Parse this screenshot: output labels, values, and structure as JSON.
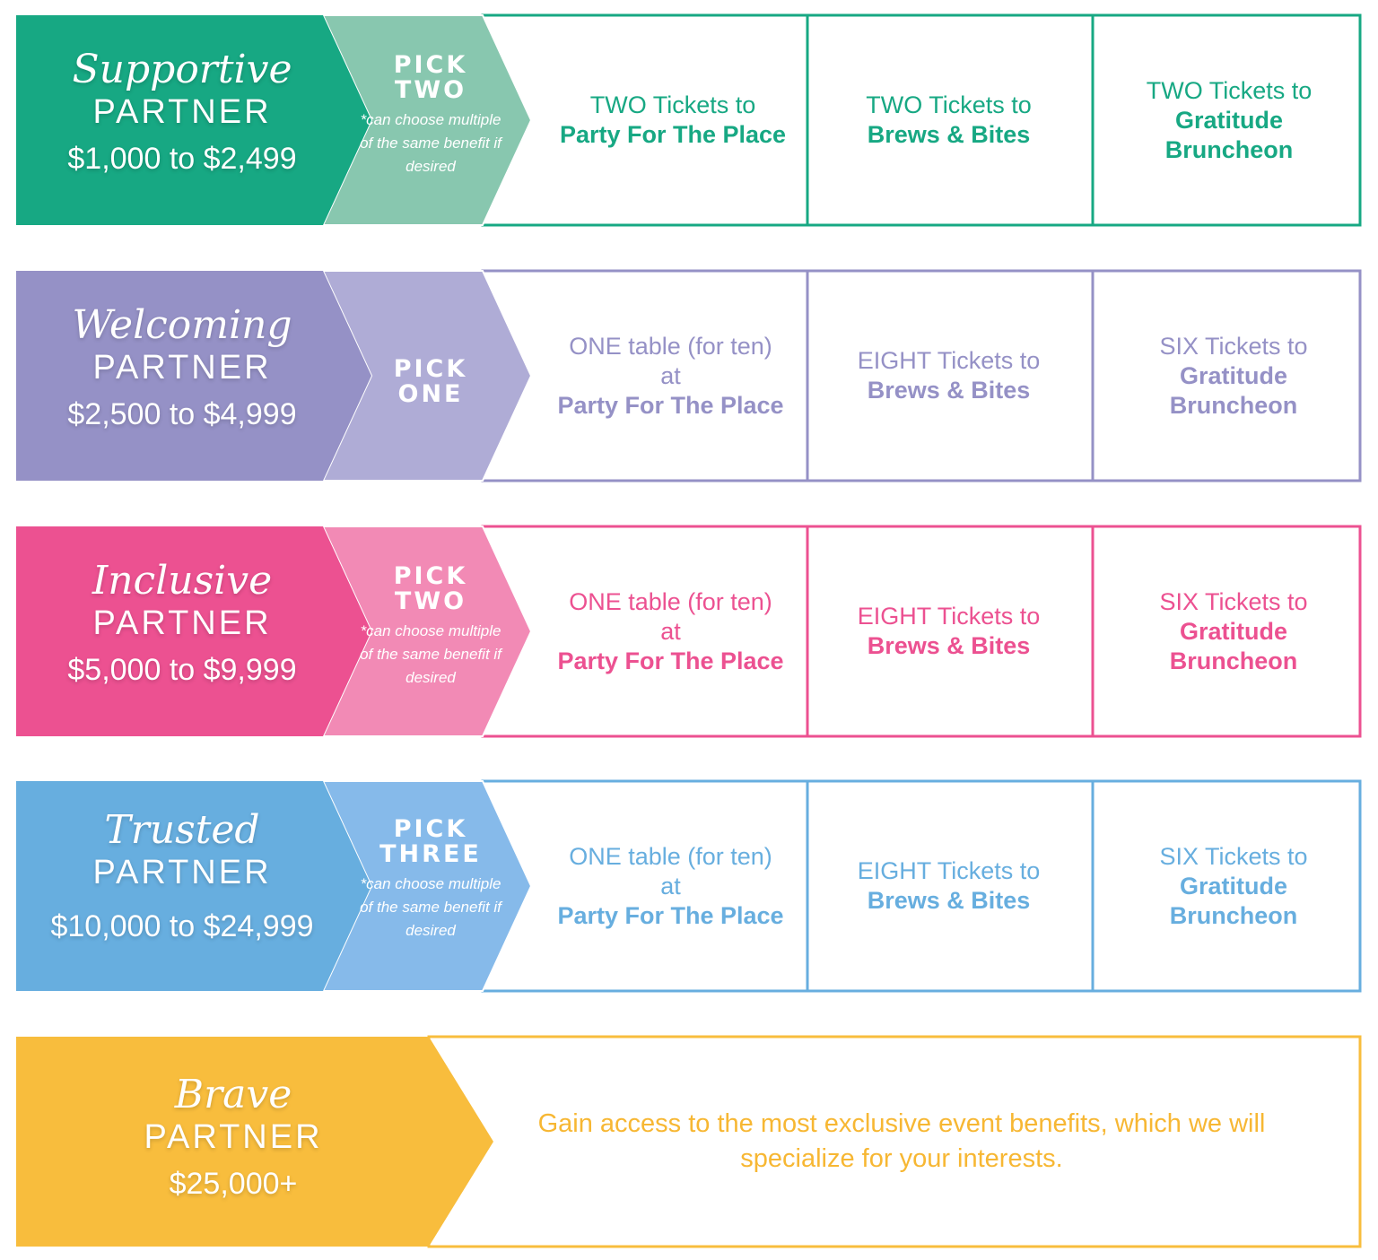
{
  "colors": {
    "supportive": {
      "dark": "#17a883",
      "light": "#88c7af"
    },
    "welcoming": {
      "dark": "#9591c6",
      "light": "#afacd6"
    },
    "inclusive": {
      "dark": "#ec5191",
      "light": "#f28ab5"
    },
    "trusted": {
      "dark": "#67aedf",
      "light": "#86baea"
    },
    "brave": {
      "dark": "#f8bd3d"
    }
  },
  "tiers": [
    {
      "name": "Supportive",
      "label": "PARTNER",
      "range": "$1,000 to $2,499",
      "pick": {
        "line1": "PICK",
        "line2": "TWO",
        "note": "*can choose multiple of the same benefit if desired"
      },
      "benefits": [
        {
          "pre": "TWO Tickets to",
          "bold": "Party For The Place"
        },
        {
          "pre": "TWO Tickets to",
          "bold": "Brews & Bites"
        },
        {
          "pre": "TWO Tickets to",
          "bold": "Gratitude Bruncheon"
        }
      ]
    },
    {
      "name": "Welcoming",
      "label": "PARTNER",
      "range": "$2,500 to $4,999",
      "pick": {
        "line1": "PICK",
        "line2": "ONE",
        "note": ""
      },
      "benefits": [
        {
          "pre": "ONE table (for ten) at",
          "bold": "Party For The Place"
        },
        {
          "pre": "EIGHT Tickets to",
          "bold": "Brews & Bites"
        },
        {
          "pre": "SIX Tickets to",
          "bold": "Gratitude Bruncheon"
        }
      ]
    },
    {
      "name": "Inclusive",
      "label": "PARTNER",
      "range": "$5,000 to $9,999",
      "pick": {
        "line1": "PICK",
        "line2": "TWO",
        "note": "*can choose multiple of the same benefit if desired"
      },
      "benefits": [
        {
          "pre": "ONE table (for ten) at",
          "bold": "Party For The Place"
        },
        {
          "pre": "EIGHT Tickets to",
          "bold": "Brews & Bites"
        },
        {
          "pre": "SIX Tickets to",
          "bold": "Gratitude Bruncheon"
        }
      ]
    },
    {
      "name": "Trusted",
      "label": "PARTNER",
      "range": "$10,000 to $24,999",
      "pick": {
        "line1": "PICK",
        "line2": "THREE",
        "note": "*can choose multiple of the same benefit if desired"
      },
      "benefits": [
        {
          "pre": "ONE table (for ten) at",
          "bold": "Party For The Place"
        },
        {
          "pre": "EIGHT Tickets to",
          "bold": "Brews & Bites"
        },
        {
          "pre": "SIX Tickets to",
          "bold": "Gratitude Bruncheon"
        }
      ]
    }
  ],
  "brave": {
    "name": "Brave",
    "label": "PARTNER",
    "range": "$25,000+",
    "text": "Gain access to the most exclusive event benefits, which we will specialize for your interests."
  }
}
